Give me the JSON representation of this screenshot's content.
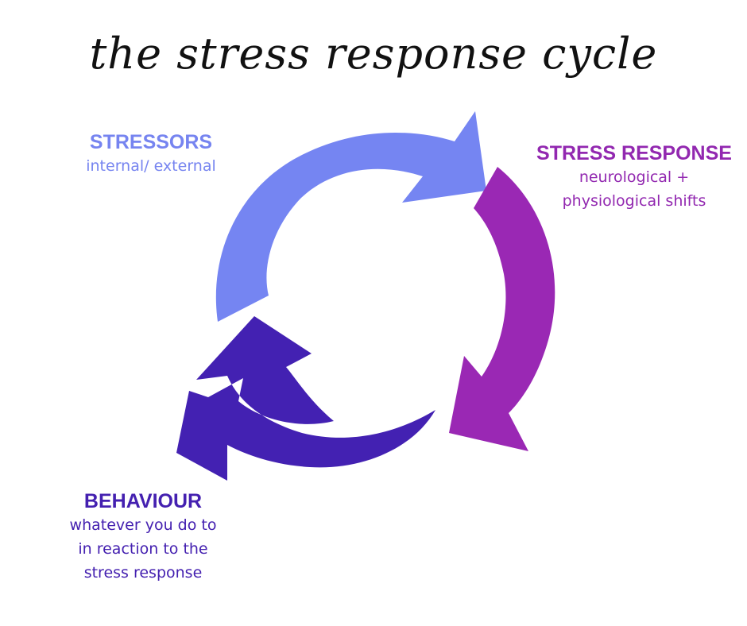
{
  "title": "the stress response cycle",
  "colors": {
    "stressors": "#7585f2",
    "response": "#9a28b4",
    "behaviour": "#4321b2",
    "title": "#111111"
  },
  "stressors": {
    "heading": "STRESSORS",
    "lines": [
      "internal/ external"
    ]
  },
  "response": {
    "heading": "STRESS RESPONSE",
    "lines": [
      "neurological +",
      "physiological shifts"
    ]
  },
  "behaviour": {
    "heading": "BEHAVIOUR",
    "lines": [
      "whatever you do to",
      "in reaction to the",
      "stress response"
    ]
  }
}
